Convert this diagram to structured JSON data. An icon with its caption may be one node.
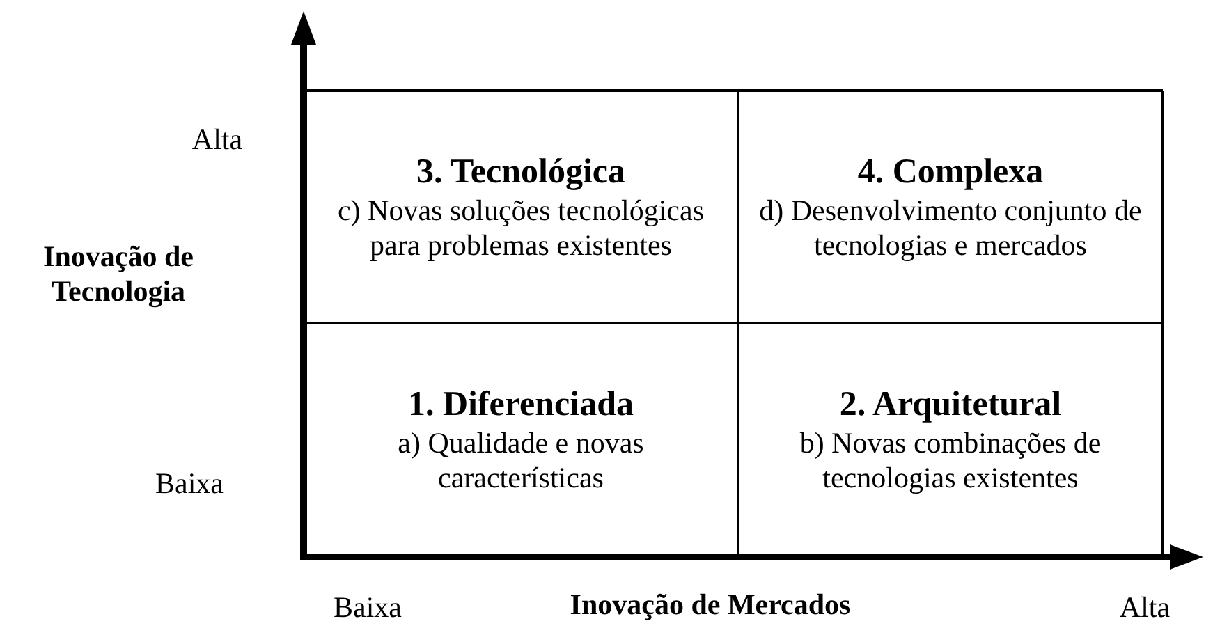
{
  "diagram": {
    "nodes": [
      {
        "text": [
          "3. Tecnológica",
          "c) Novas soluções tecnológicas para problemas existentes"
        ]
      },
      {
        "text": [
          "4. Complexa",
          "d) Desenvolvimento conjunto de tecnologias e mercados"
        ]
      },
      {
        "text": [
          "1. Diferenciada",
          "a) Qualidade e novas características"
        ]
      },
      {
        "text": [
          "2. Arquitetural",
          "b) Novas combinações de tecnologias existentes"
        ]
      }
    ],
    "labels": [
      "Alta",
      "Inovação de Tecnologia",
      "Baixa",
      "Baixa",
      "Inovação de Mercados",
      "Alta"
    ]
  }
}
